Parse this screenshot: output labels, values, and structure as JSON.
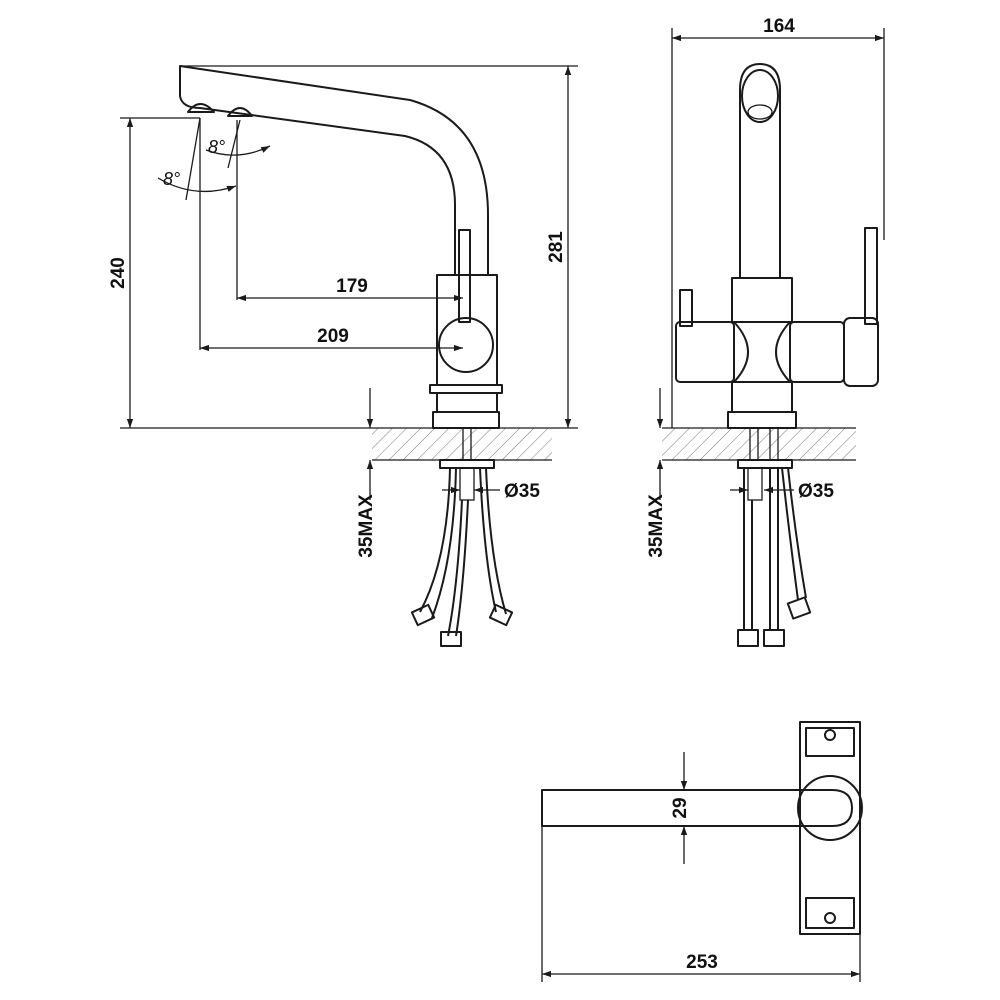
{
  "colors": {
    "line": "#1a1a1a",
    "hatch": "#777777",
    "background": "#ffffff"
  },
  "side_view": {
    "dim_height_total": "281",
    "dim_height_outlet": "240",
    "dim_reach_inner": "179",
    "dim_reach_outer": "209",
    "angle_1": "8°",
    "angle_2": "8°",
    "hole_diameter": "Ø35",
    "max_deck_thickness": "35MAX"
  },
  "front_view": {
    "dim_width": "164",
    "hole_diameter": "Ø35",
    "max_deck_thickness": "35MAX"
  },
  "top_view": {
    "dim_spout_width": "29",
    "dim_length": "253"
  }
}
